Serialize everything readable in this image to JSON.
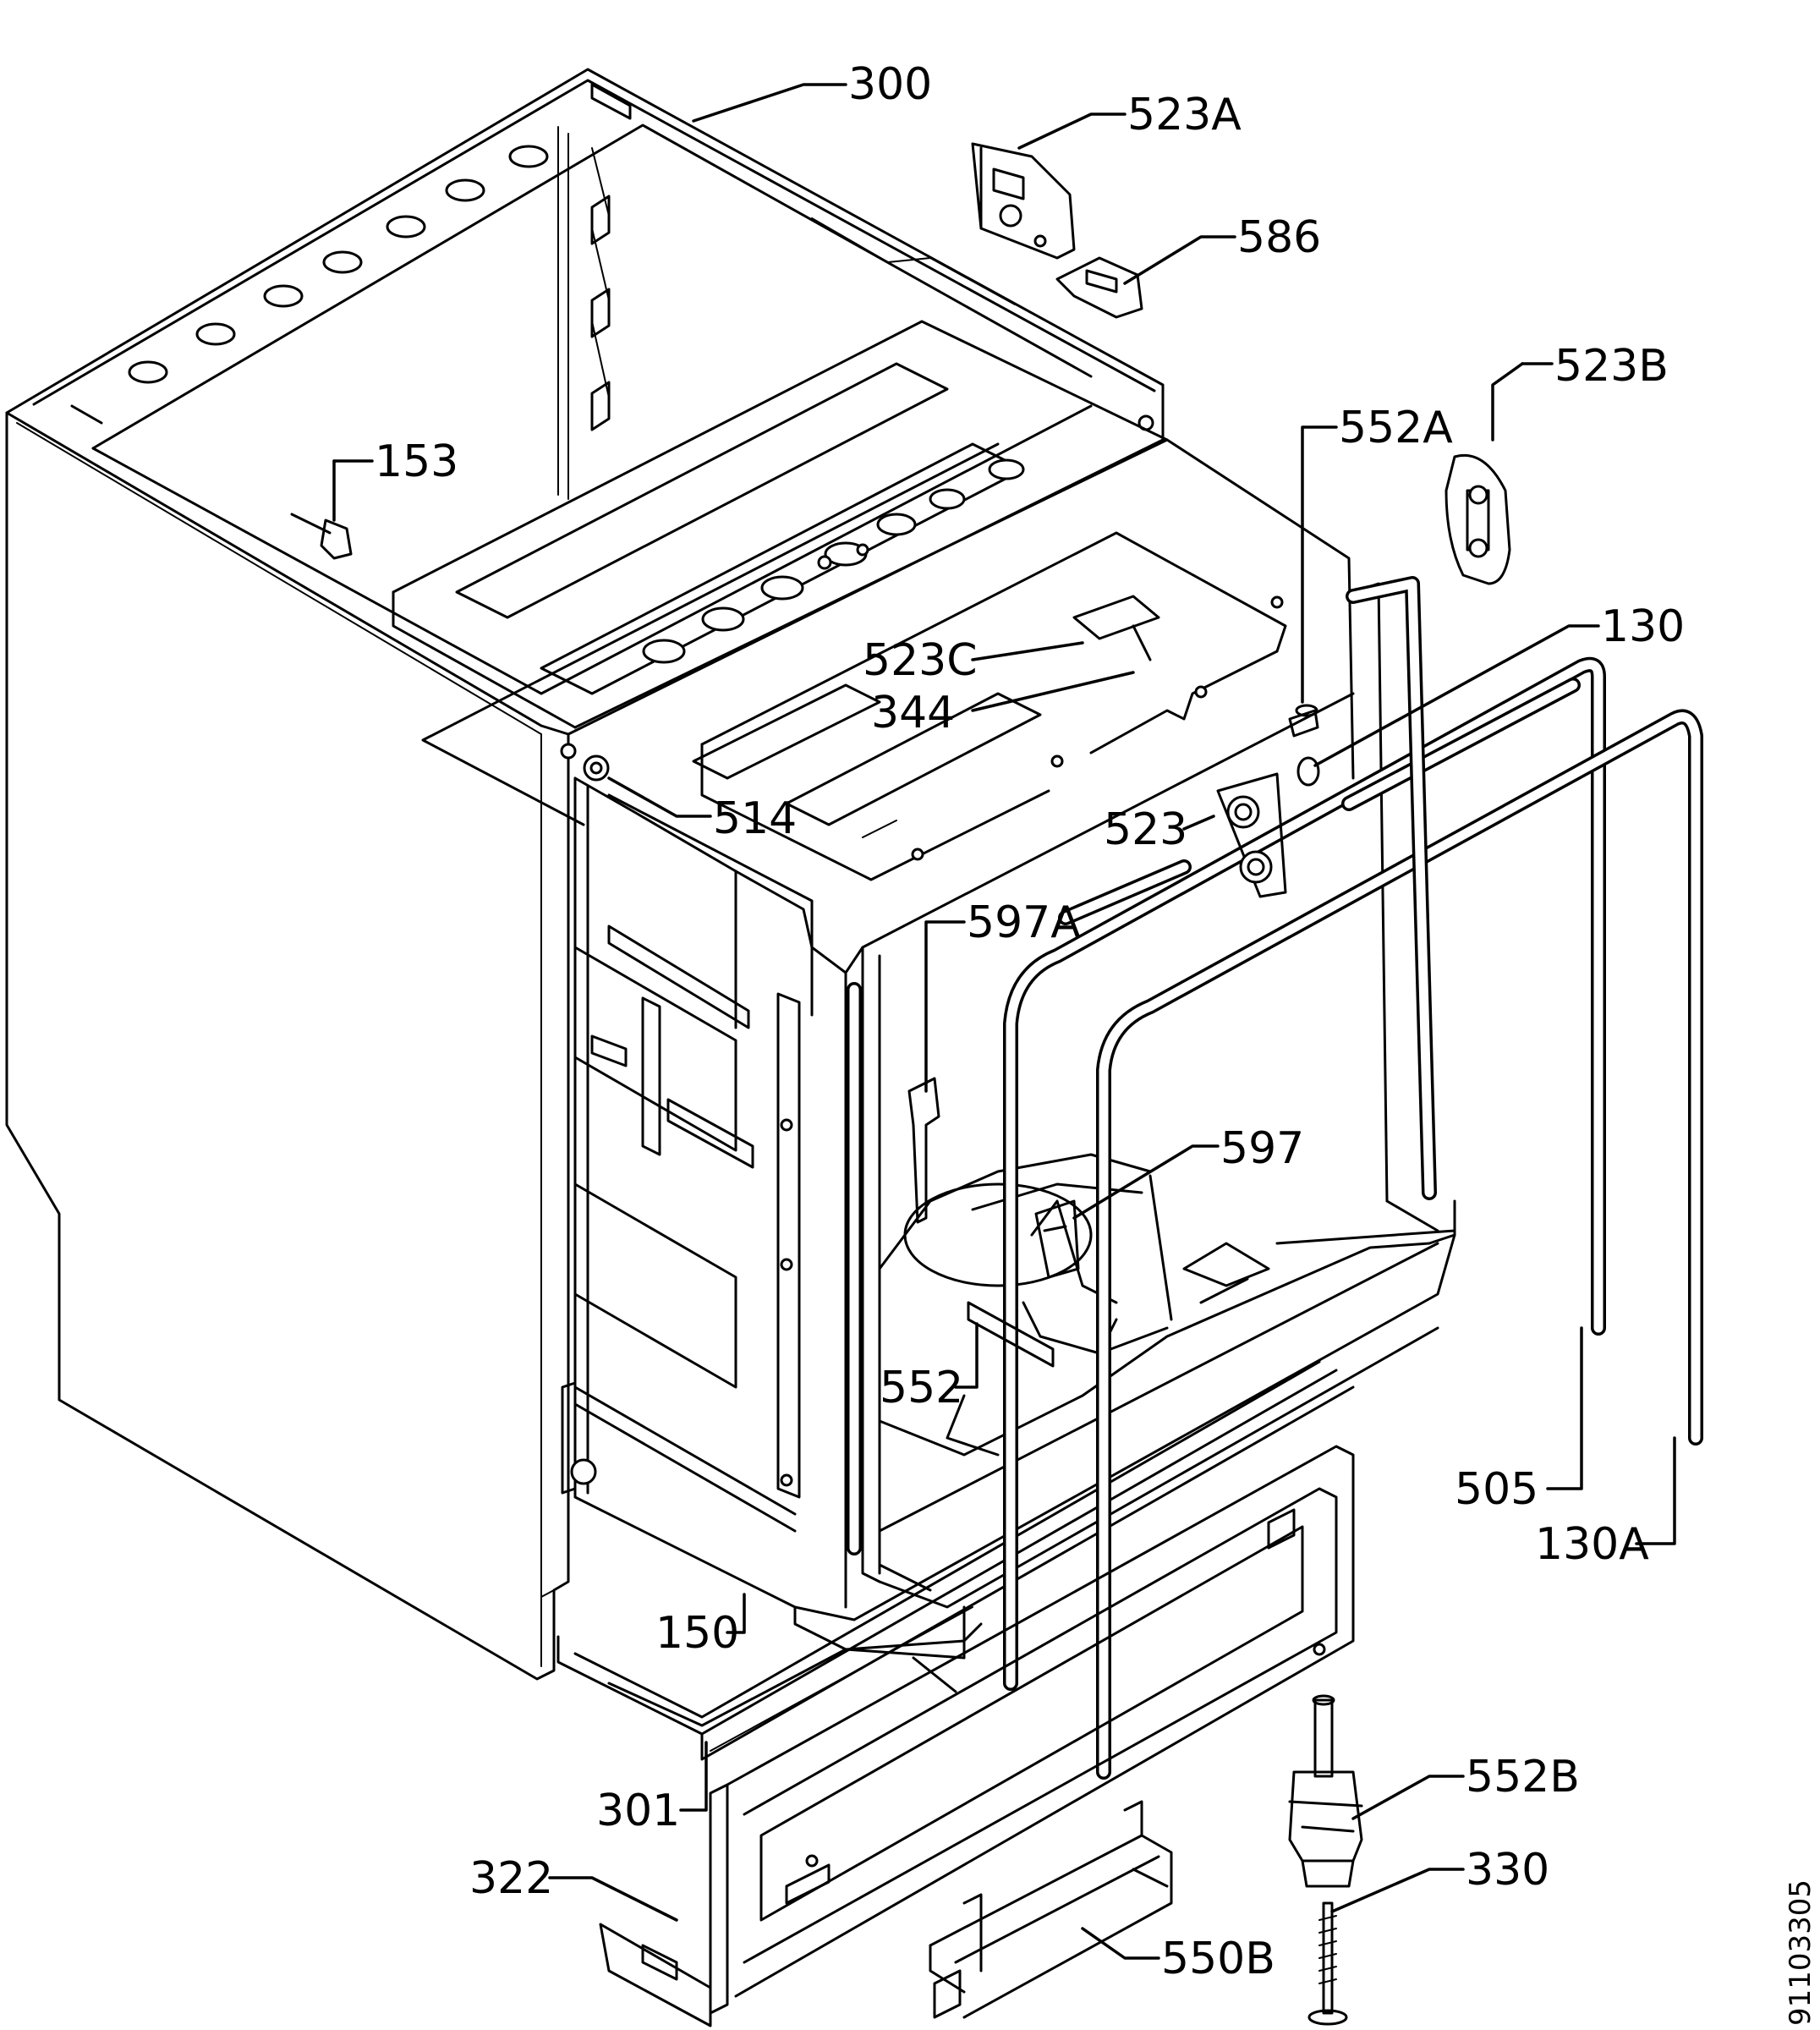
{
  "drawing_code": "91103305",
  "callouts": [
    {
      "id": "300",
      "label": "300"
    },
    {
      "id": "523A",
      "label": "523A"
    },
    {
      "id": "586",
      "label": "586"
    },
    {
      "id": "523B",
      "label": "523B"
    },
    {
      "id": "153",
      "label": "153"
    },
    {
      "id": "552A",
      "label": "552A"
    },
    {
      "id": "130",
      "label": "130"
    },
    {
      "id": "523C",
      "label": "523C"
    },
    {
      "id": "344",
      "label": "344"
    },
    {
      "id": "514",
      "label": "514"
    },
    {
      "id": "523",
      "label": "523"
    },
    {
      "id": "597A",
      "label": "597A"
    },
    {
      "id": "597",
      "label": "597"
    },
    {
      "id": "552",
      "label": "552"
    },
    {
      "id": "505",
      "label": "505"
    },
    {
      "id": "130A",
      "label": "130A"
    },
    {
      "id": "150",
      "label": "150"
    },
    {
      "id": "301",
      "label": "301"
    },
    {
      "id": "552B",
      "label": "552B"
    },
    {
      "id": "322",
      "label": "322"
    },
    {
      "id": "330",
      "label": "330"
    },
    {
      "id": "550B",
      "label": "550B"
    }
  ]
}
